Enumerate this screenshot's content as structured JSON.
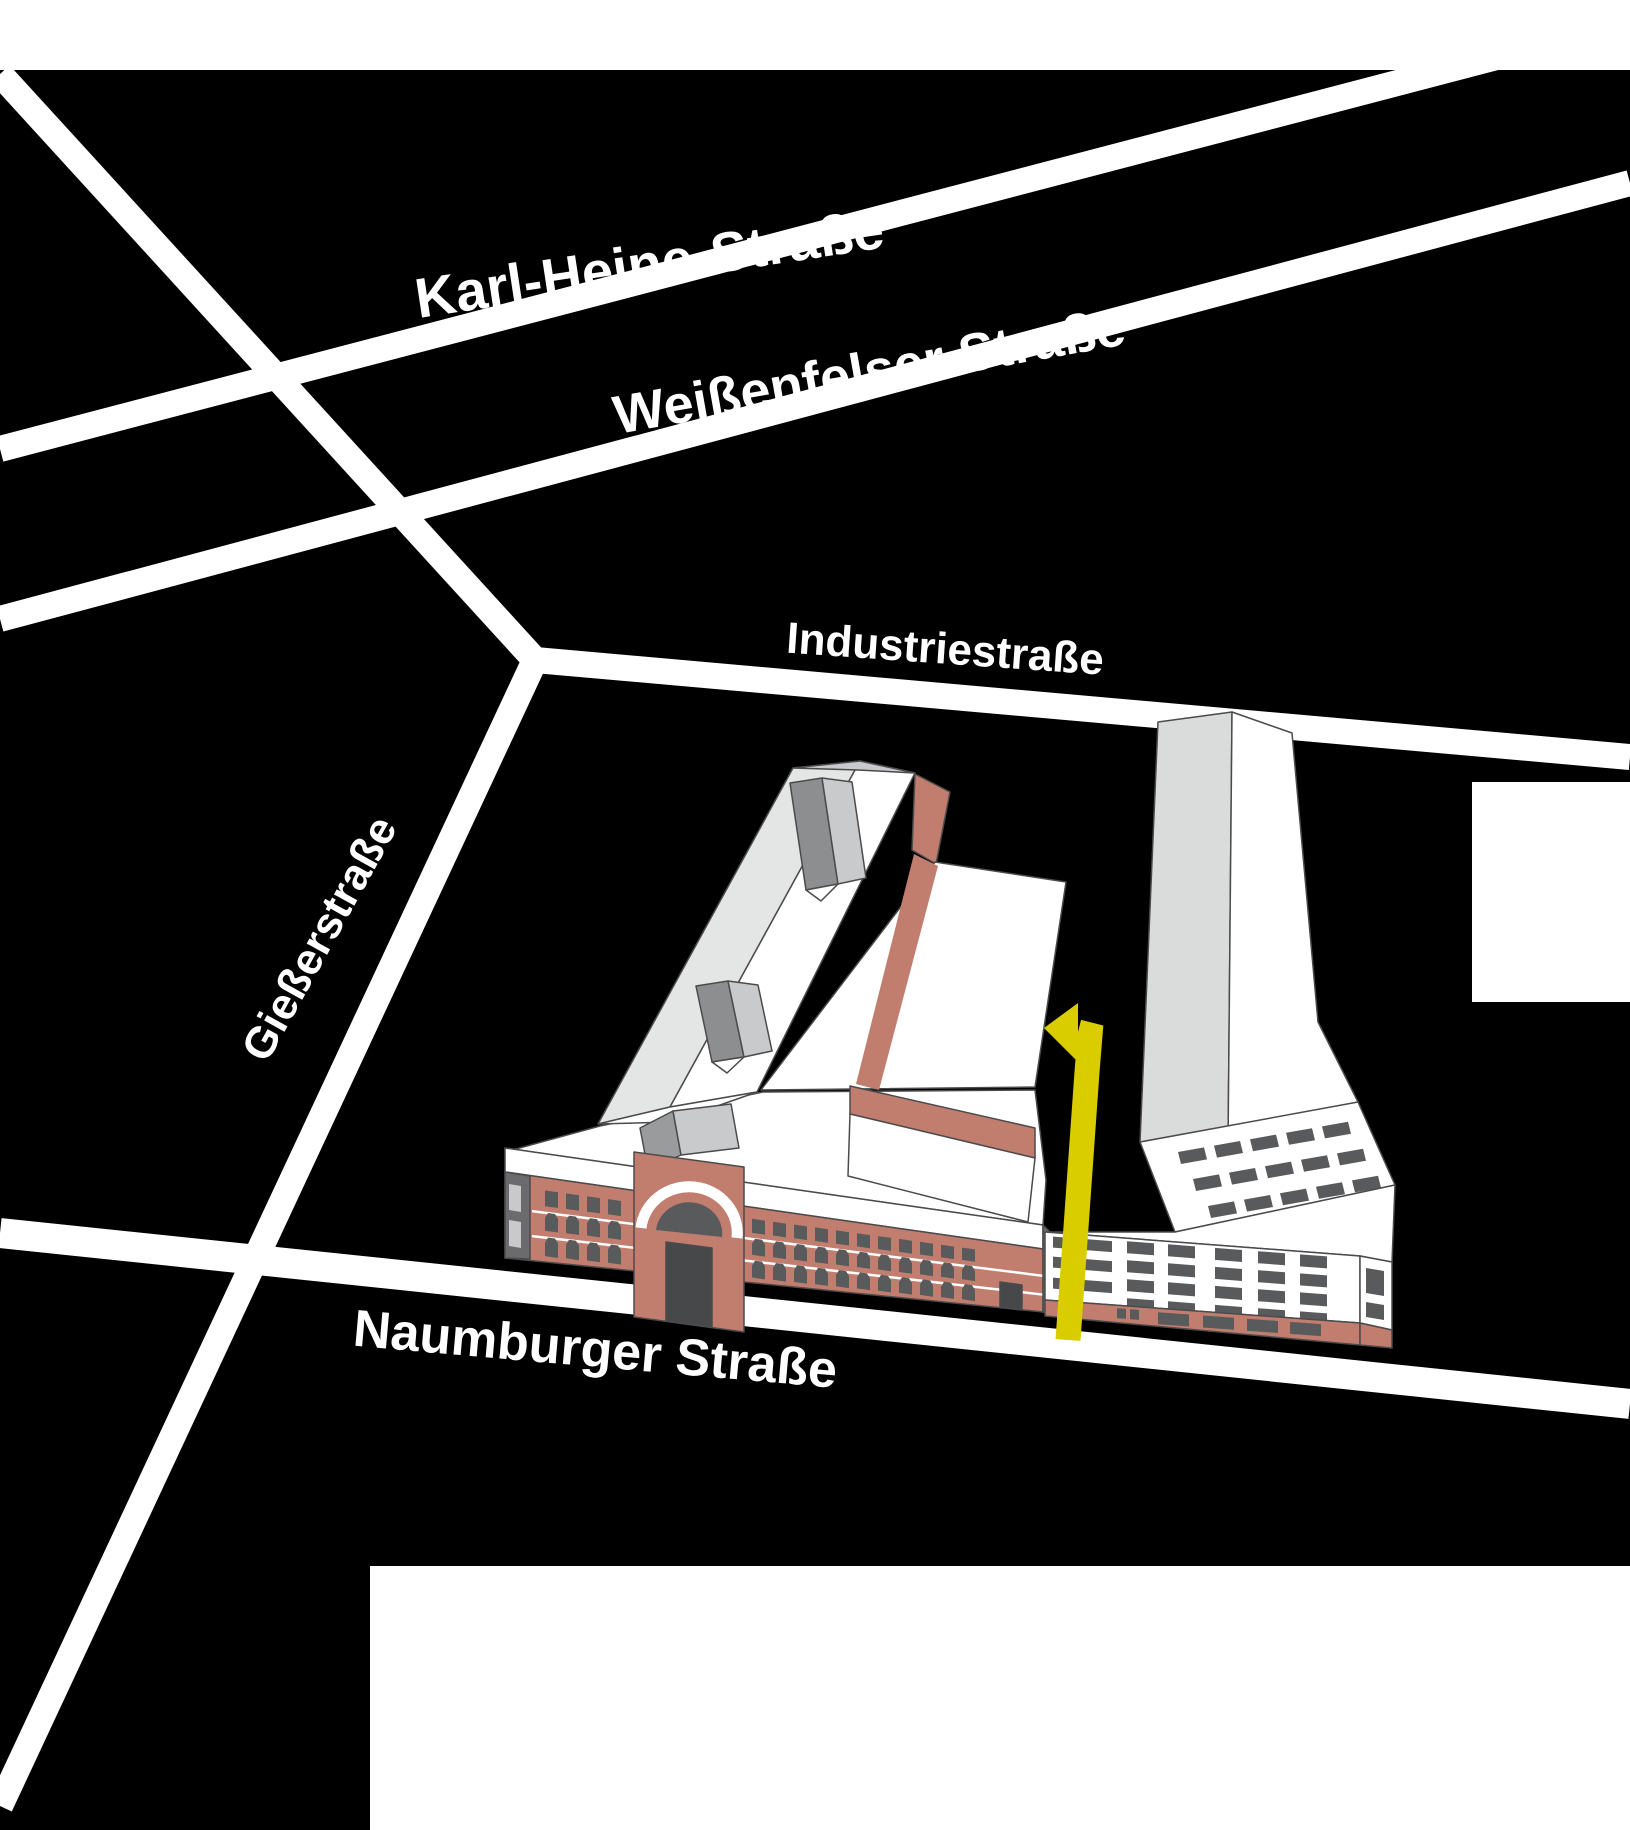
{
  "map": {
    "title": "site-map-tapetenwerk-leipzig",
    "streets": [
      {
        "id": "karl-heine-strasse",
        "label": "Karl-Heine-Straße"
      },
      {
        "id": "weissenfelser-strasse",
        "label": "Weißenfelser Straße"
      },
      {
        "id": "industriestrasse",
        "label": "Industriestraße"
      },
      {
        "id": "giesserstrasse",
        "label": "Gießerstraße"
      },
      {
        "id": "naumburger-strasse",
        "label": "Naumburger Straße"
      }
    ],
    "arrow": {
      "name": "entrance-route-arrow",
      "direction": "up-then-left-into-courtyard"
    },
    "colors": {
      "background": "#000000",
      "street": "#ffffff",
      "page": "#ffffff",
      "label": "#ffffff",
      "brick": "#c17d6e",
      "window": "#595a5c",
      "door": "#47484a",
      "roof_white": "#ffffff",
      "roof_light": "#e4e5e5",
      "roof_mid": "#c9cacb",
      "roof_dark": "#9a9b9c",
      "dormer_dark": "#8d8e90",
      "tower_side": "#dadbdb",
      "edge_dark": "#6b6b6d",
      "wall_slot": "#c9c9c9",
      "outline": "#4b4b4d",
      "arrow": "#d9cd00"
    }
  }
}
